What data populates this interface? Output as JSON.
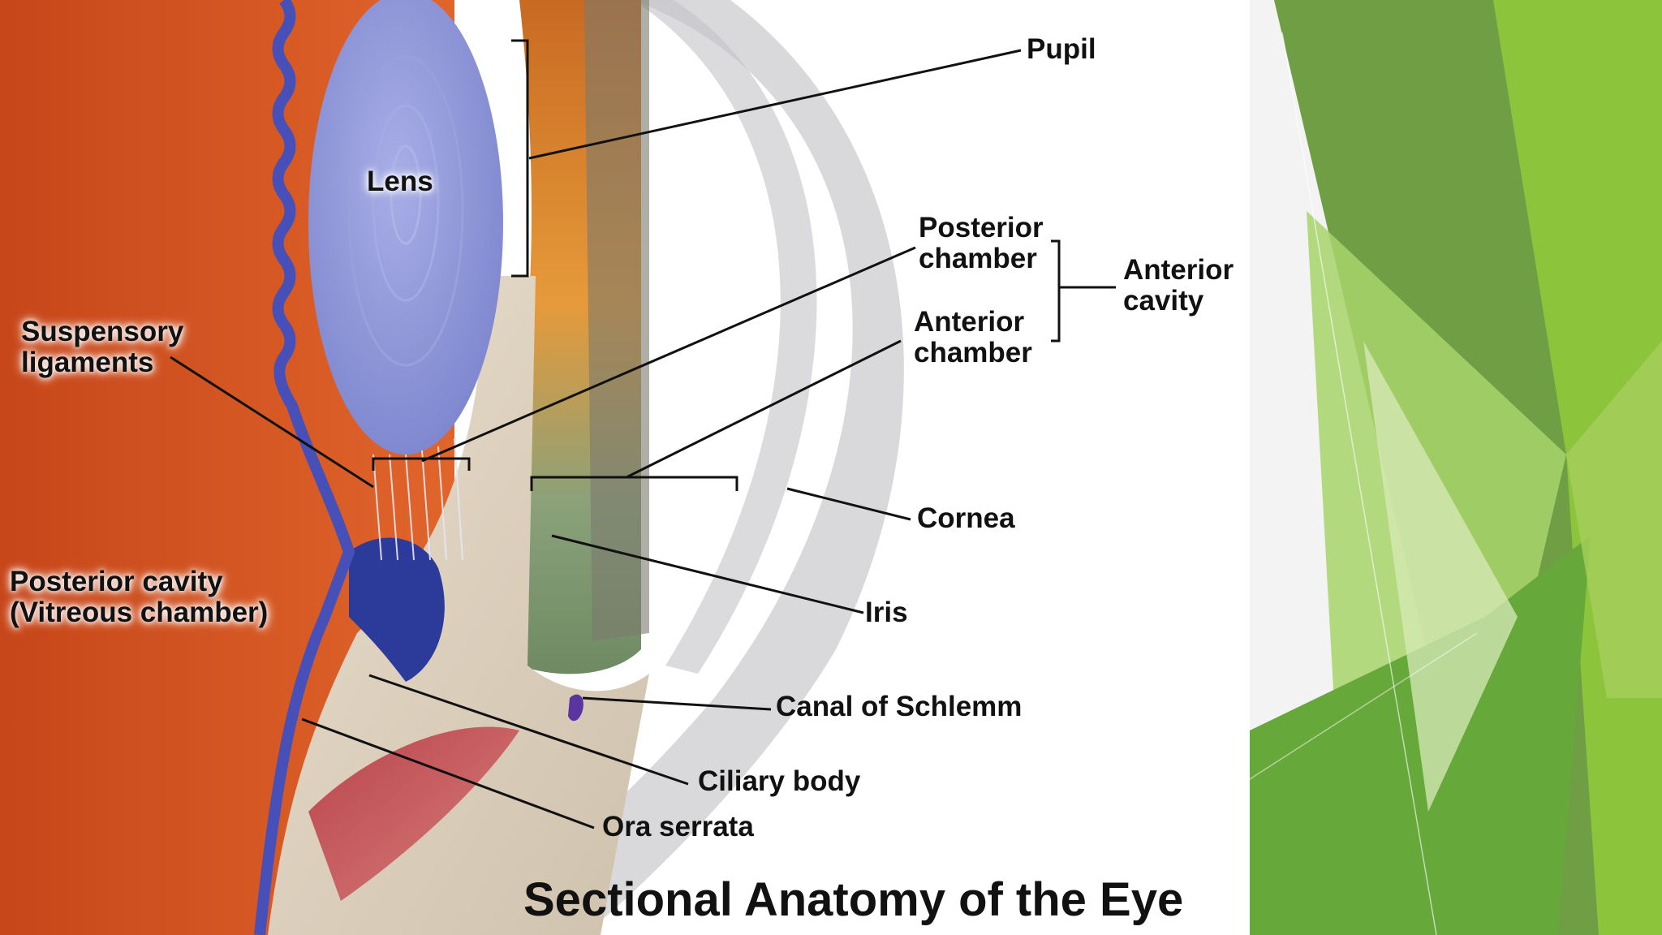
{
  "diagram": {
    "title": "Sectional Anatomy of the Eye",
    "labels": {
      "pupil": "Pupil",
      "lens": "Lens",
      "posterior_chamber": [
        "Posterior",
        "chamber"
      ],
      "anterior_cavity": [
        "Anterior",
        "cavity"
      ],
      "anterior_chamber": [
        "Anterior",
        "chamber"
      ],
      "suspensory_ligaments": [
        "Suspensory",
        "ligaments"
      ],
      "cornea": "Cornea",
      "posterior_cavity": [
        "Posterior cavity",
        "(Vitreous chamber)"
      ],
      "iris": "Iris",
      "canal_of_schlemm": "Canal of Schlemm",
      "ciliary_body": "Ciliary body",
      "ora_serrata": "Ora serrata"
    }
  },
  "colors": {
    "vitreous": "#d2541f",
    "lens": "#8f95d6",
    "cornea": "#d9d9dc",
    "iris": "#d9862c",
    "accent_green": "#6bb03a"
  }
}
